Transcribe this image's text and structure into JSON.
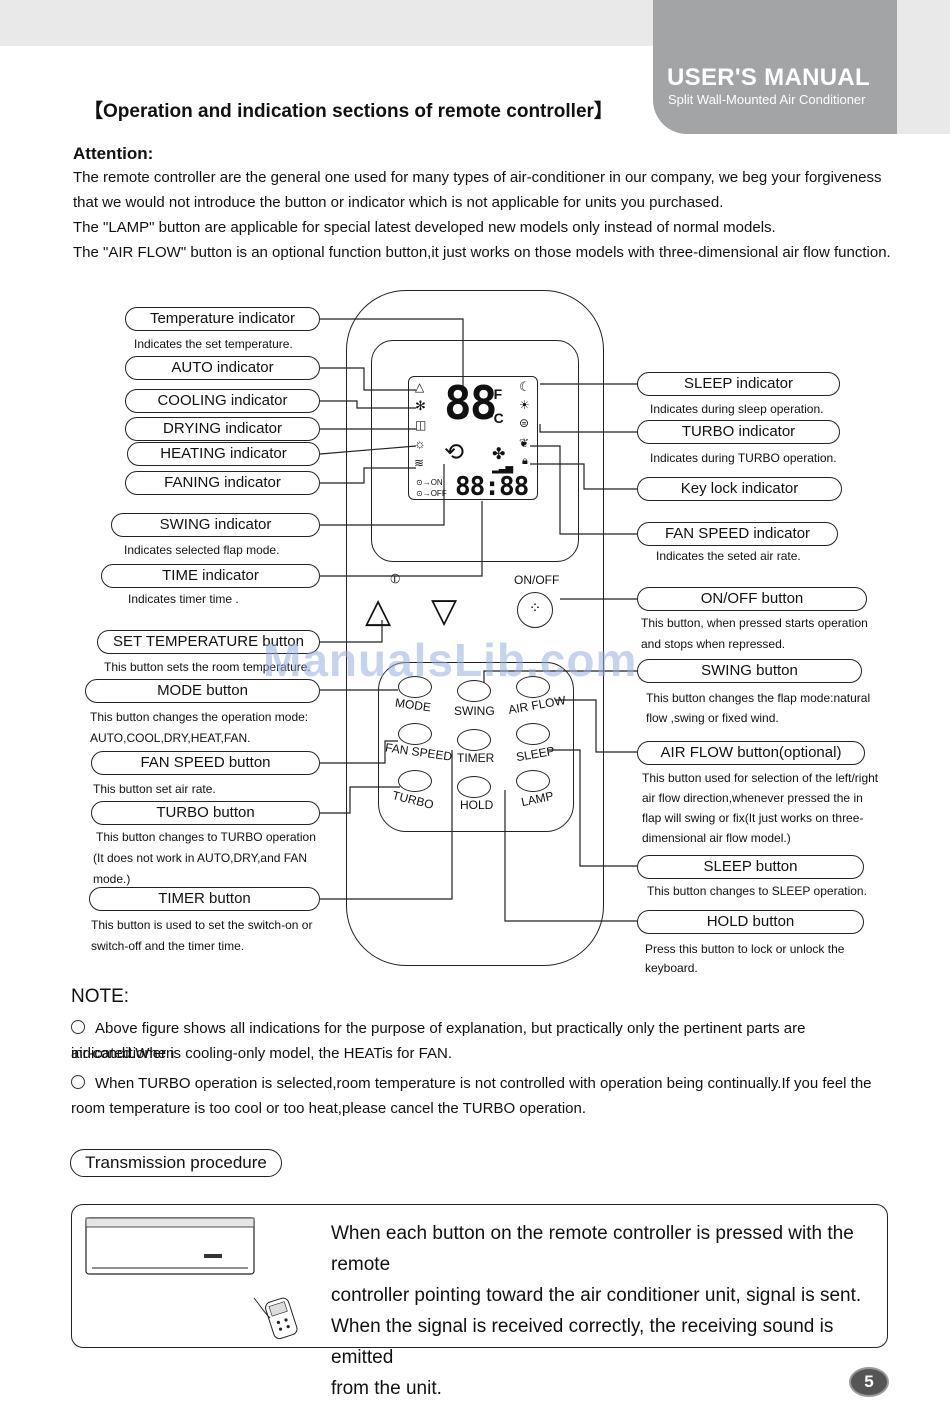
{
  "header": {
    "manual_title": "USER'S MANUAL",
    "manual_subtitle": "Split Wall-Mounted Air Conditioner",
    "section_title": "【Operation and indication sections of remote controller】"
  },
  "attention": {
    "heading": "Attention:",
    "lines": [
      "The remote controller are the general one used for many types of air-conditioner in our company, we beg  your forgiveness",
      "that we would not introduce the button or indicator which is not applicable for units you purchased.",
      "The \"LAMP\" button are applicable for special latest developed new models only instead of normal models.",
      "The \"AIR FLOW\" button is an optional function button,it just works on those models with three-dimensional air flow function."
    ]
  },
  "left_labels": {
    "temperature_indicator": "Temperature indicator",
    "temperature_indicator_desc": "Indicates the set temperature.",
    "auto_indicator": "AUTO indicator",
    "cooling_indicator": "COOLING indicator",
    "drying_indicator": "DRYING indicator",
    "heating_indicator": "HEATING indicator",
    "faning_indicator": "FANING indicator",
    "swing_indicator": "SWING indicator",
    "swing_indicator_desc": "Indicates selected flap mode.",
    "time_indicator": "TIME indicator",
    "time_indicator_desc": "Indicates timer time .",
    "set_temperature_button": "SET TEMPERATURE button",
    "set_temperature_button_desc": "This button sets the room temperature.",
    "mode_button": "MODE button",
    "mode_button_desc_1": "This button changes  the operation mode:",
    "mode_button_desc_2": "AUTO,COOL,DRY,HEAT,FAN.",
    "fan_speed_button": "FAN SPEED  button",
    "fan_speed_button_desc": "This button set air rate.",
    "turbo_button": "TURBO  button",
    "turbo_button_desc_1": "This button changes to TURBO operation",
    "turbo_button_desc_2": "(It does not work in AUTO,DRY,and FAN",
    "turbo_button_desc_3": "mode.)",
    "timer_button": "TIMER  button",
    "timer_button_desc_1": "This button is used to set the switch-on or",
    "timer_button_desc_2": "switch-off and the timer time."
  },
  "right_labels": {
    "sleep_indicator": "SLEEP indicator",
    "sleep_indicator_desc": "Indicates during sleep operation.",
    "turbo_indicator": "TURBO indicator",
    "turbo_indicator_desc": "Indicates during TURBO operation.",
    "key_lock_indicator": "Key lock  indicator",
    "fan_speed_indicator": "FAN SPEED  indicator",
    "fan_speed_indicator_desc": "Indicates the seted air rate.",
    "onoff_button": "ON/OFF button",
    "onoff_button_desc_1": "This button, when pressed starts operation",
    "onoff_button_desc_2": "and stops when repressed.",
    "swing_button": "SWING button",
    "swing_button_desc_1": "This button changes the flap mode:natural",
    "swing_button_desc_2": "flow  ,swing or fixed wind.",
    "airflow_button": "AIR FLOW  button(optional)",
    "airflow_button_desc_1": "This button used for selection of the left/right",
    "airflow_button_desc_2": "air flow direction,whenever pressed the in",
    "airflow_button_desc_3": "flap will swing or fix(It just works on three-",
    "airflow_button_desc_4": "dimensional air flow model.)",
    "sleep_button": "SLEEP button",
    "sleep_button_desc": "This button changes to SLEEP operation.",
    "hold_button": "HOLD button",
    "hold_button_desc_1": "Press this button to lock or unlock the",
    "hold_button_desc_2": "keyboard."
  },
  "remote": {
    "lcd_temp": "88",
    "lcd_unit_f": "°F",
    "lcd_unit_c": "°C",
    "lcd_time": "88:88",
    "lcd_on": "ON",
    "lcd_off": "OFF",
    "onoff_label": "ON/OFF",
    "btn_mode": "MODE",
    "btn_swing": "SWING",
    "btn_airflow": "AIR FLOW",
    "btn_fanspeed": "FAN SPEED",
    "btn_timer": "TIMER",
    "btn_sleep": "SLEEP",
    "btn_turbo": "TURBO",
    "btn_hold": "HOLD",
    "btn_lamp": "LAMP"
  },
  "watermark": "ManualsLib.com",
  "notes": {
    "heading": "NOTE:",
    "note1_a": "Above figure shows all indications for the purpose of explanation, but practically only the pertinent parts are indicated.When",
    "note1_b": "air-conditioner is cooling-only model, the HEATis for FAN.",
    "note2_a": "When TURBO operation is selected,room temperature is not controlled with operation being continually.If you feel the",
    "note2_b": "room temperature is too cool or too heat,please cancel the TURBO operation."
  },
  "transmission": {
    "heading": "Transmission procedure",
    "line1": "When each button on the remote controller is pressed with the remote",
    "line2": "controller pointing toward the air conditioner unit, signal is sent.",
    "line3": "When the signal is received correctly, the receiving sound is emitted",
    "line4": "from the unit."
  },
  "page_number": "5"
}
